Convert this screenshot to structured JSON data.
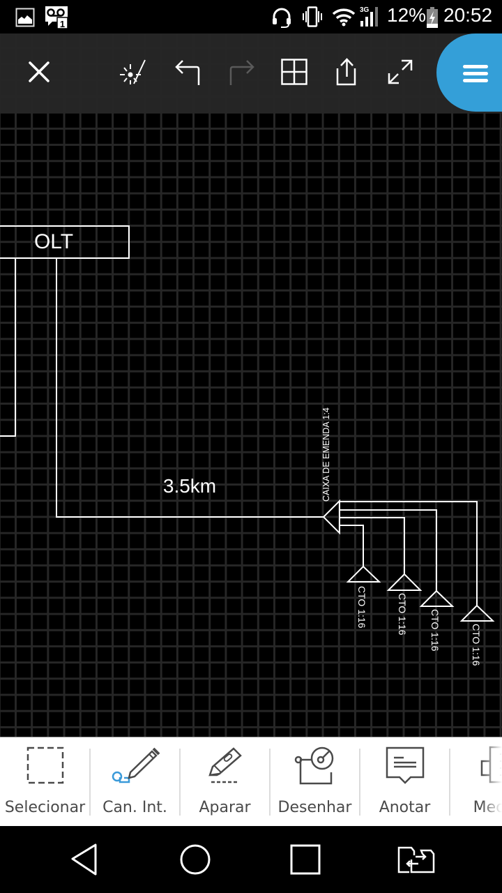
{
  "status_bar": {
    "icons": [
      "gallery-notification-icon",
      "voicemail-notification-icon",
      "headset-icon",
      "vibrate-icon",
      "wifi-icon",
      "signal-3g-icon",
      "battery-charging-icon"
    ],
    "network_type": "3G",
    "voicemail_count": "1",
    "battery_percent": "12%",
    "clock": "20:52"
  },
  "top_toolbar": {
    "buttons": [
      {
        "name": "close",
        "icon": "close-icon",
        "enabled": true
      },
      {
        "name": "snap",
        "icon": "snap-icon",
        "enabled": true
      },
      {
        "name": "undo",
        "icon": "undo-icon",
        "enabled": true
      },
      {
        "name": "redo",
        "icon": "redo-icon",
        "enabled": false
      },
      {
        "name": "layout",
        "icon": "grid-layout-icon",
        "enabled": true
      },
      {
        "name": "share",
        "icon": "share-icon",
        "enabled": true
      },
      {
        "name": "fullscreen",
        "icon": "expand-icon",
        "enabled": true
      }
    ],
    "menu_button": {
      "icon": "hamburger-menu-icon",
      "color": "#349fd8"
    }
  },
  "drawing": {
    "background": "#000000",
    "grid_color": "#262626",
    "stroke_color": "#ffffff",
    "olt_label": "OLT",
    "distance_label": "3.5km",
    "splice_box_label": "CAIXA DE EMENDA 1:4",
    "cto_labels": [
      "CTO 1:16",
      "CTO 1:16",
      "CTO 1:16",
      "CTO 1:16"
    ]
  },
  "bottom_toolbar": {
    "tools": [
      {
        "label": "Selecionar",
        "icon": "select-marquee-icon"
      },
      {
        "label": "Can. Int.",
        "icon": "smart-pen-icon"
      },
      {
        "label": "Aparar",
        "icon": "trim-cutter-icon"
      },
      {
        "label": "Desenhar",
        "icon": "draw-shapes-icon"
      },
      {
        "label": "Anotar",
        "icon": "annotate-note-icon"
      },
      {
        "label": "Medir",
        "icon": "measure-ruler-icon"
      }
    ],
    "accent_color": "#3a9ad9"
  },
  "nav_bar": {
    "buttons": [
      {
        "name": "back",
        "icon": "back-triangle-icon"
      },
      {
        "name": "home",
        "icon": "home-circle-icon"
      },
      {
        "name": "recents",
        "icon": "recents-square-icon"
      },
      {
        "name": "switch-app",
        "icon": "switch-apps-icon"
      }
    ]
  }
}
